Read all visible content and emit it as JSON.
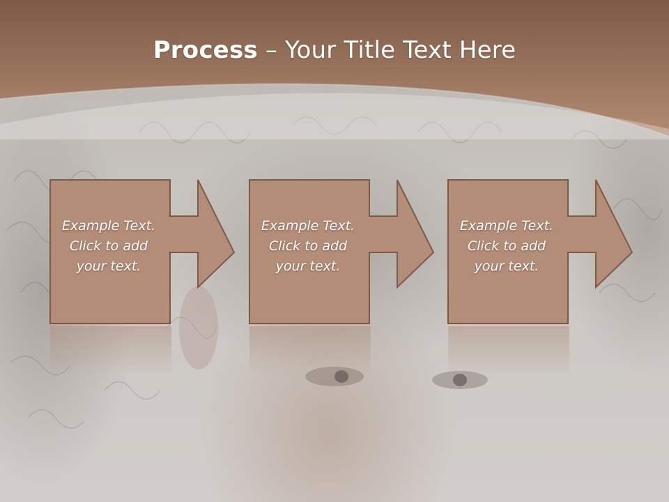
{
  "slide": {
    "title_bold": "Process",
    "title_rest": " – Your Title Text Here"
  },
  "colors": {
    "banner": "#a97d63",
    "banner_dark": "#7e5b47",
    "box_fill": "#b38d78",
    "box_border": "#7d5a48",
    "text": "#ffffff"
  },
  "steps": [
    {
      "line1": "Example Text.",
      "line2": "Click  to add",
      "line3": "your text."
    },
    {
      "line1": "Example Text.",
      "line2": "Click  to add",
      "line3": "your text."
    },
    {
      "line1": "Example Text.",
      "line2": "Click  to add",
      "line3": "your text."
    }
  ]
}
